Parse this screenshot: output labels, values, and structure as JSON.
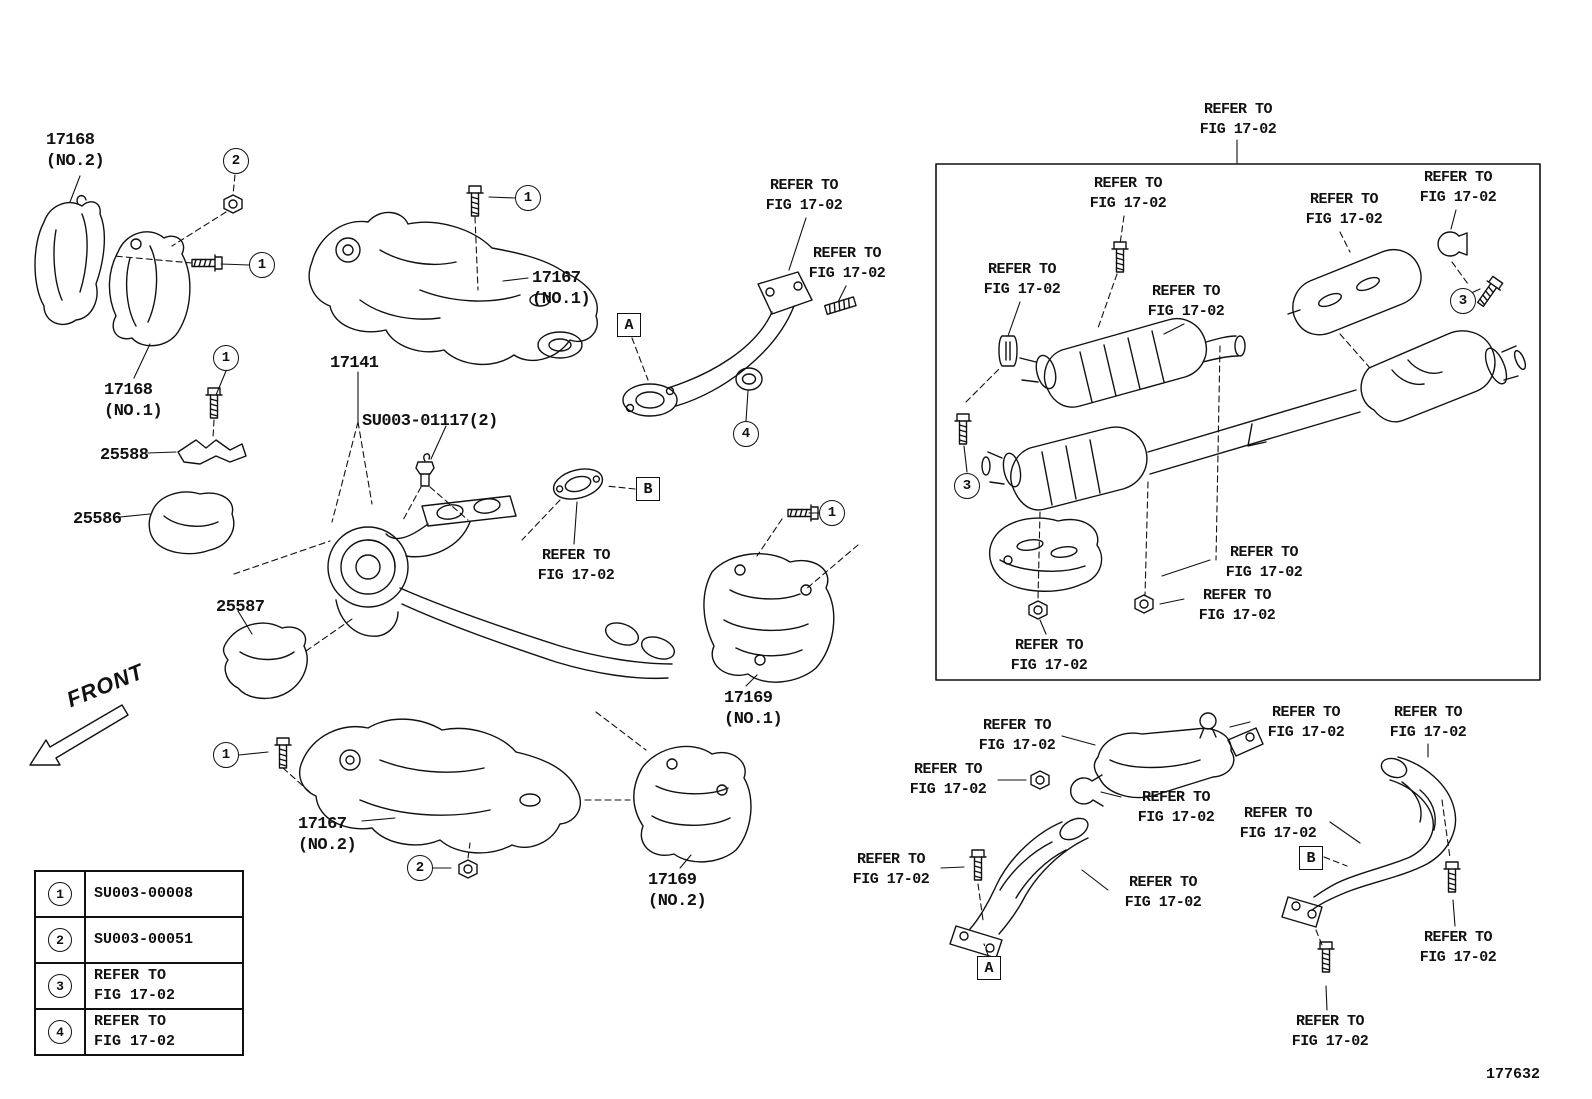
{
  "figure": {
    "number": "177632",
    "front_label": "FRONT"
  },
  "refer_text": "REFER TO\nFIG 17-02",
  "part_labels": {
    "p17168_no2": "17168\n(NO.2)",
    "p17167_no1": "17167\n(NO.1)",
    "p17168_no1": "17168\n(NO.1)",
    "p17141": "17141",
    "su003_01117": "SU003-01117(2)",
    "p25588": "25588",
    "p25586": "25586",
    "p25587": "25587",
    "p17169_no1": "17169\n(NO.1)",
    "p17167_no2": "17167\n(NO.2)",
    "p17169_no2": "17169\n(NO.2)"
  },
  "callouts": {
    "one": "1",
    "two": "2",
    "three": "3",
    "four": "4"
  },
  "letters": {
    "a": "A",
    "b": "B"
  },
  "legend": {
    "rows": [
      {
        "num": "1",
        "text": "SU003-00008"
      },
      {
        "num": "2",
        "text": "SU003-00051"
      },
      {
        "num": "3",
        "text": "REFER TO\nFIG 17-02"
      },
      {
        "num": "4",
        "text": "REFER TO\nFIG 17-02"
      }
    ]
  }
}
